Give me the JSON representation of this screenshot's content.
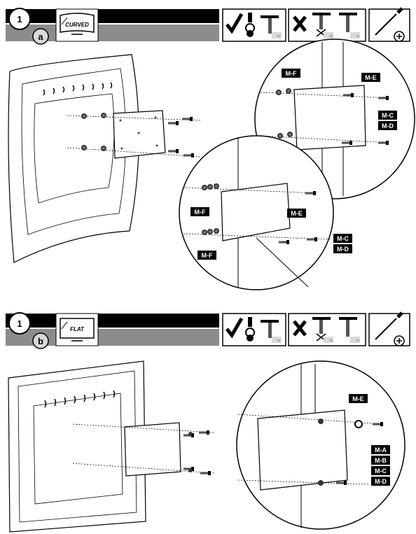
{
  "section_a": {
    "step_number": "1",
    "sub_letter": "a",
    "tv_type": "CURVED",
    "zoom_upper_labels": [
      "M-F",
      "M-E",
      "M-C",
      "M-D"
    ],
    "zoom_lower_labels": [
      "M-F",
      "M-E",
      "M-F",
      "M-C",
      "M-D"
    ],
    "tv_icon_label": "TV"
  },
  "section_b": {
    "step_number": "1",
    "sub_letter": "b",
    "tv_type": "FLAT",
    "zoom_labels": [
      "M-E",
      "M-A",
      "M-B",
      "M-C",
      "M-D"
    ],
    "tv_icon_label": "TV"
  },
  "icons": {
    "check": "check-mark-icon",
    "cross": "cross-mark-icon",
    "screwdriver": "phillips-screwdriver-icon"
  }
}
